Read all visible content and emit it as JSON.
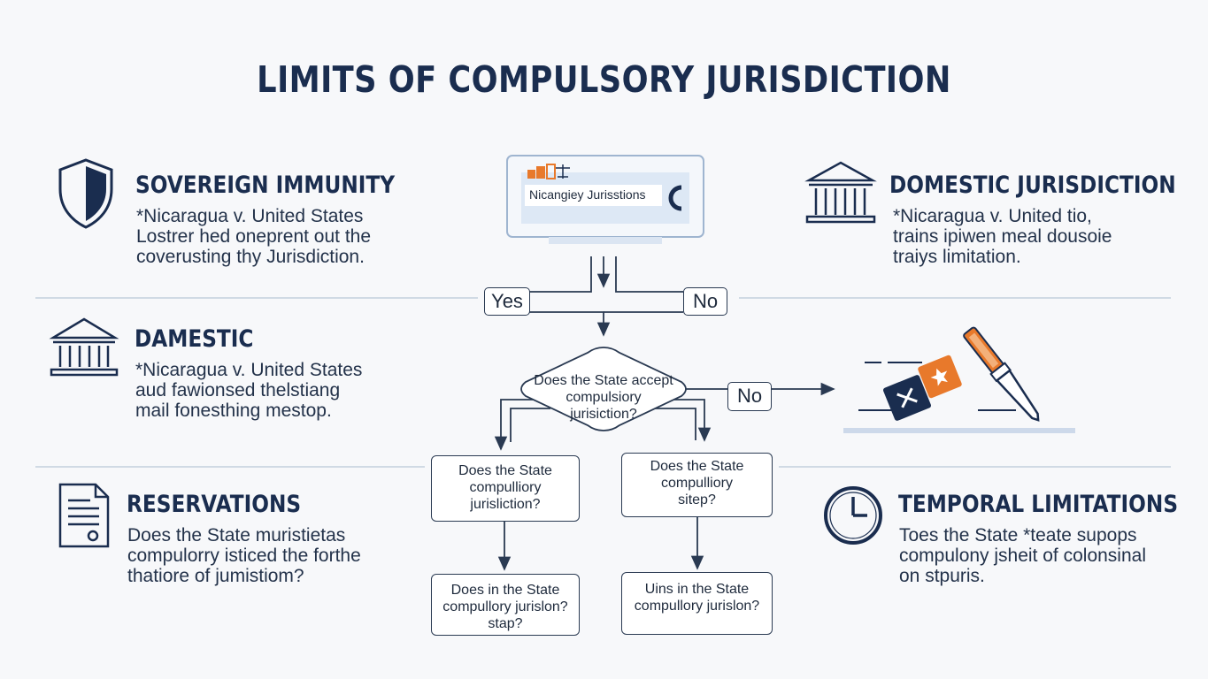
{
  "title": "LIMITS OF COMPULSORY JURISDICTION",
  "sections": {
    "sovereign": {
      "heading": "SOVEREIGN IMMUNITY",
      "body": "*Nicaragua v. United States\nLostrer hed oneprent out the\ncoverusting thy Jurisdiction."
    },
    "damestic": {
      "heading": "DAMESTIC",
      "body": "*Nicaragua v. United States\naud fawionsed thelstiang\nmail fonesthing mestop."
    },
    "reservations": {
      "heading": "RESERVATIONS",
      "body": "Does the State muristietas\ncompulorry isticed the forthe\nthatiore of jumistiom?"
    },
    "domestic": {
      "heading": "DOMESTIC JURISDICTION",
      "body": "*Nicaragua v. United tio,\ntrains ipiwen meal dousoie\ntraiys limitation."
    },
    "temporal": {
      "heading": "TEMPORAL LIMITATIONS",
      "body": "Toes the State *teate supops\ncompulony jsheit of colonsinal\non stpuris."
    }
  },
  "flow": {
    "screen_label": "Nicangiey Jurisstions",
    "yes_label": "Yes",
    "no_label": "No",
    "no_right_label": "No",
    "diamond": "Does the State accept\ncompulsiory\njurisiction?",
    "box_left_1": "Does the State\ncompulliory\njurisliction?",
    "box_right_1": "Does the State\ncompulliory\nsitep?",
    "box_left_2": "Does in the State\ncompullory jurislon?\nstap?",
    "box_right_2": "Uins in the State\ncompullory jurislon?"
  },
  "colors": {
    "navy": "#1a2d4f",
    "orange": "#e8792b",
    "divider": "#b9c7d8",
    "screen_border": "#9fb5d0"
  },
  "icons": [
    "shield-icon",
    "bank-icon",
    "document-icon",
    "clock-icon",
    "gavel-icon",
    "reject-icon",
    "approve-icon"
  ]
}
